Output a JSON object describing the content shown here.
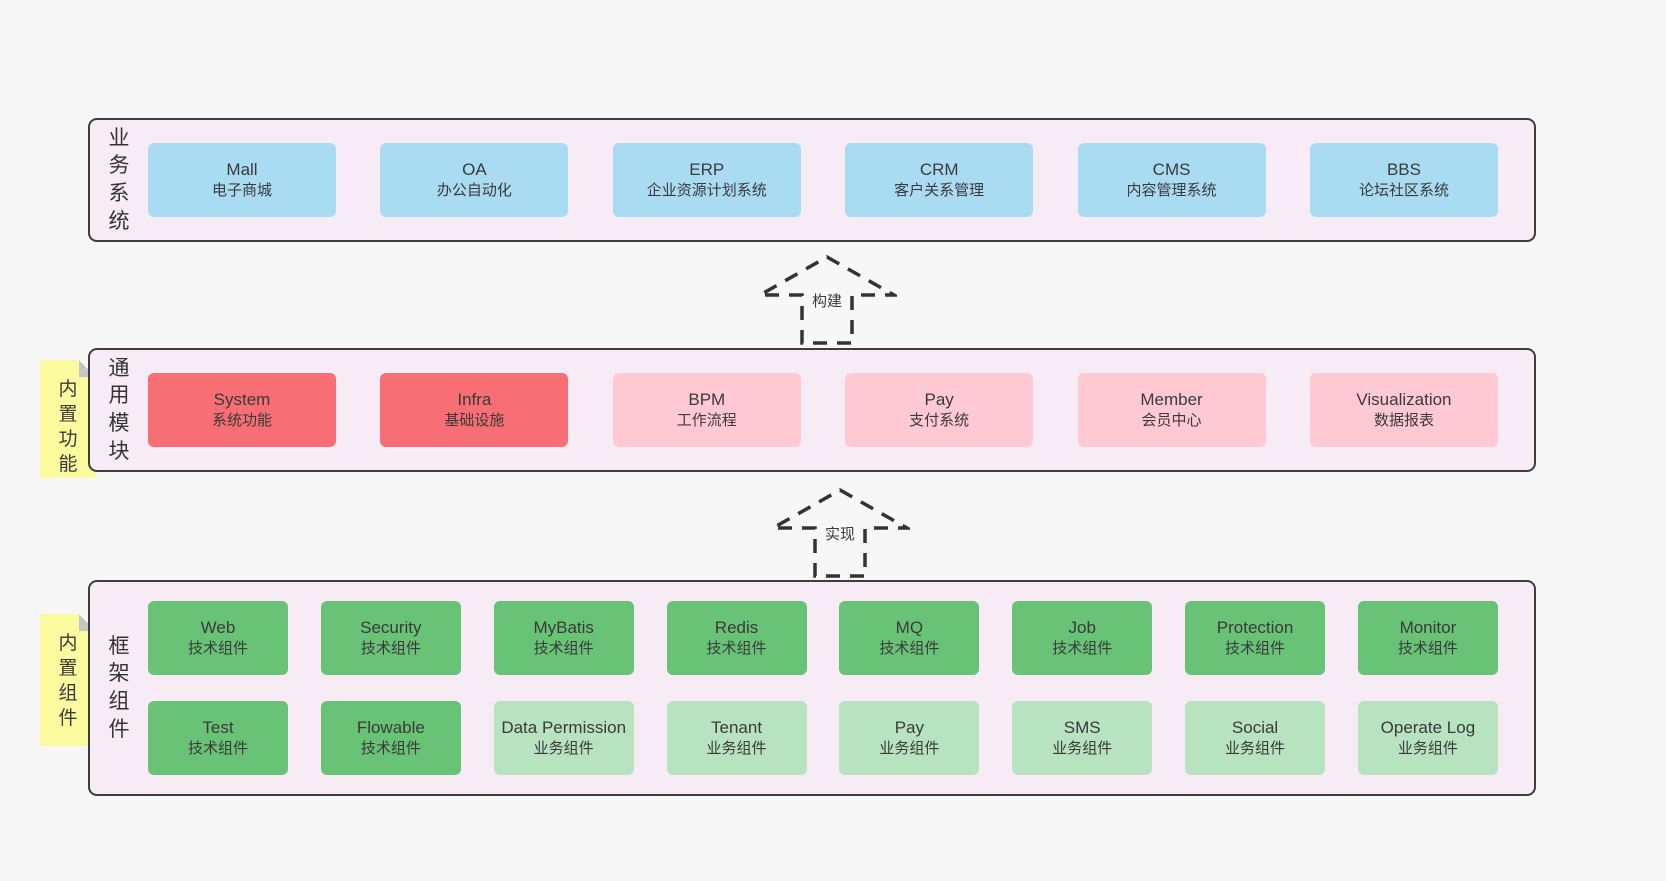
{
  "diagram": {
    "colors": {
      "page_bg": "#f7f7f7",
      "band_bg": "#f7ecf6",
      "band_border": "#3d3d3d",
      "blue_card": "#a9dcf3",
      "red_card": "#f76e74",
      "pink_card": "#ffc9d3",
      "green_card": "#68c377",
      "light_green_card": "#b7e3c0",
      "sticky_note": "#fbfa9f",
      "note_fold": "#c6c6c6",
      "text": "#3a3a3a"
    },
    "arrows": [
      {
        "label": "构建"
      },
      {
        "label": "实现"
      }
    ],
    "notes": [
      {
        "label": "内置功能"
      },
      {
        "label": "内置组件"
      }
    ],
    "bands": [
      {
        "label": "业务系统",
        "rows": [
          [
            {
              "name": "Mall",
              "subtitle": "电子商城",
              "variant": "blue"
            },
            {
              "name": "OA",
              "subtitle": "办公自动化",
              "variant": "blue"
            },
            {
              "name": "ERP",
              "subtitle": "企业资源计划系统",
              "variant": "blue"
            },
            {
              "name": "CRM",
              "subtitle": "客户关系管理",
              "variant": "blue"
            },
            {
              "name": "CMS",
              "subtitle": "内容管理系统",
              "variant": "blue"
            },
            {
              "name": "BBS",
              "subtitle": "论坛社区系统",
              "variant": "blue"
            }
          ]
        ]
      },
      {
        "label": "通用模块",
        "rows": [
          [
            {
              "name": "System",
              "subtitle": "系统功能",
              "variant": "red"
            },
            {
              "name": "Infra",
              "subtitle": "基础设施",
              "variant": "red"
            },
            {
              "name": "BPM",
              "subtitle": "工作流程",
              "variant": "pink"
            },
            {
              "name": "Pay",
              "subtitle": "支付系统",
              "variant": "pink"
            },
            {
              "name": "Member",
              "subtitle": "会员中心",
              "variant": "pink"
            },
            {
              "name": "Visualization",
              "subtitle": "数据报表",
              "variant": "pink"
            }
          ]
        ]
      },
      {
        "label": "框架组件",
        "rows": [
          [
            {
              "name": "Web",
              "subtitle": "技术组件",
              "variant": "green"
            },
            {
              "name": "Security",
              "subtitle": "技术组件",
              "variant": "green"
            },
            {
              "name": "MyBatis",
              "subtitle": "技术组件",
              "variant": "green"
            },
            {
              "name": "Redis",
              "subtitle": "技术组件",
              "variant": "green"
            },
            {
              "name": "MQ",
              "subtitle": "技术组件",
              "variant": "green"
            },
            {
              "name": "Job",
              "subtitle": "技术组件",
              "variant": "green"
            },
            {
              "name": "Protection",
              "subtitle": "技术组件",
              "variant": "green"
            },
            {
              "name": "Monitor",
              "subtitle": "技术组件",
              "variant": "green"
            }
          ],
          [
            {
              "name": "Test",
              "subtitle": "技术组件",
              "variant": "green"
            },
            {
              "name": "Flowable",
              "subtitle": "技术组件",
              "variant": "green"
            },
            {
              "name": "Data Permission",
              "subtitle": "业务组件",
              "variant": "lightgreen"
            },
            {
              "name": "Tenant",
              "subtitle": "业务组件",
              "variant": "lightgreen"
            },
            {
              "name": "Pay",
              "subtitle": "业务组件",
              "variant": "lightgreen"
            },
            {
              "name": "SMS",
              "subtitle": "业务组件",
              "variant": "lightgreen"
            },
            {
              "name": "Social",
              "subtitle": "业务组件",
              "variant": "lightgreen"
            },
            {
              "name": "Operate Log",
              "subtitle": "业务组件",
              "variant": "lightgreen"
            }
          ]
        ]
      }
    ]
  }
}
